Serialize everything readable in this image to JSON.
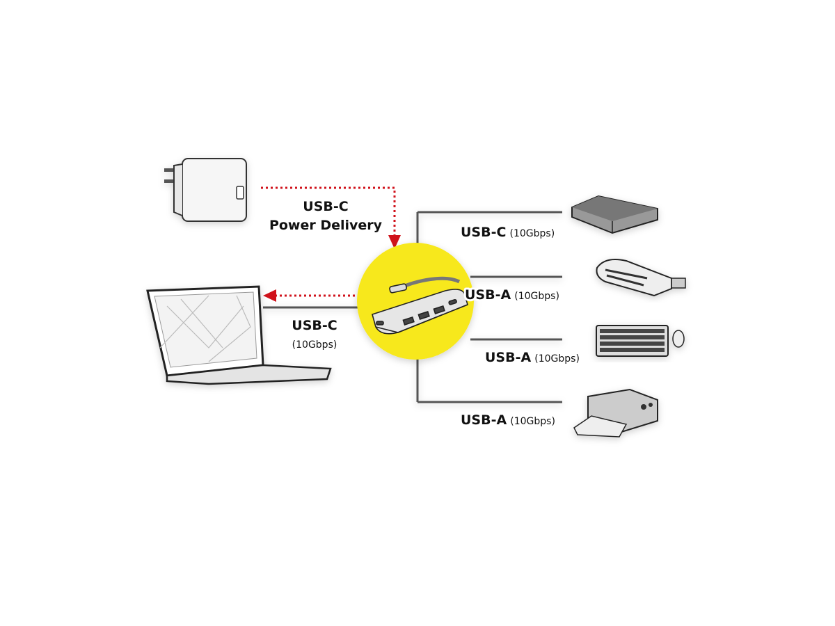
{
  "colors": {
    "accent_yellow": "#f7e81c",
    "arrow_red": "#d0121b",
    "line_gray": "#555555"
  },
  "power": {
    "line1": "USB-C",
    "line2": "Power Delivery"
  },
  "host": {
    "line1": "USB-C",
    "line2": "(10Gbps)"
  },
  "ports": [
    {
      "type": "USB-C",
      "speed": "(10Gbps)",
      "device": "external-hard-drive"
    },
    {
      "type": "USB-A",
      "speed": "(10Gbps)",
      "device": "card-reader"
    },
    {
      "type": "USB-A",
      "speed": "(10Gbps)",
      "device": "keyboard-and-mouse"
    },
    {
      "type": "USB-A",
      "speed": "(10Gbps)",
      "device": "printer"
    }
  ]
}
